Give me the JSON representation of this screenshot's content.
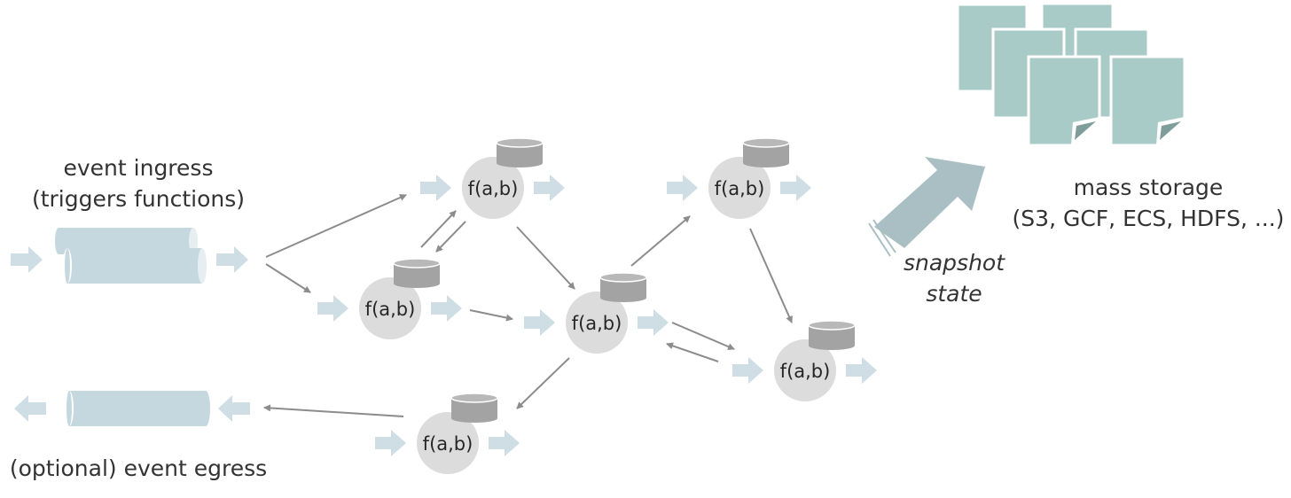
{
  "labels": {
    "ingress_line1": "event ingress",
    "ingress_line2": "(triggers functions)",
    "egress": "(optional) event egress",
    "storage_line1": "mass storage",
    "storage_line2": "(S3, GCF, ECS, HDFS, ...)",
    "snapshot_line1": "snapshot",
    "snapshot_line2": "state"
  },
  "function_label": "f(a,b)",
  "functions": [
    {
      "id": "f1",
      "label": "f(a,b)"
    },
    {
      "id": "f2",
      "label": "f(a,b)"
    },
    {
      "id": "f3",
      "label": "f(a,b)"
    },
    {
      "id": "f4",
      "label": "f(a,b)"
    },
    {
      "id": "f5",
      "label": "f(a,b)"
    },
    {
      "id": "f6",
      "label": "f(a,b)"
    }
  ],
  "colors": {
    "node_fill": "#dcdcdc",
    "db_fill": "#a3a3a3",
    "flow_arrow": "#cfdde4",
    "pipe": "#c6d8df",
    "edge": "#8c8c8c",
    "file": "#a9cbc8",
    "snapshot_arrow": "#a9bfc4"
  }
}
